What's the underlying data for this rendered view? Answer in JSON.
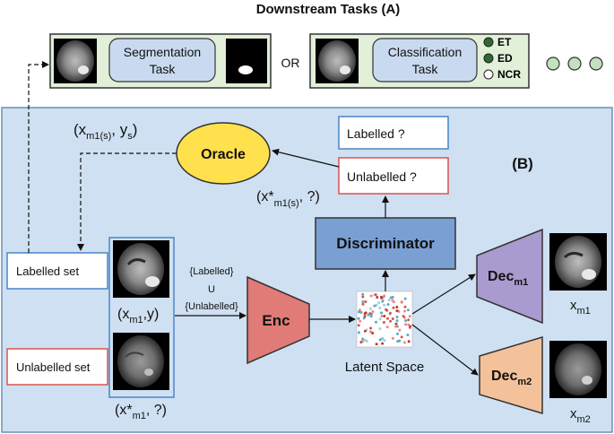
{
  "title": "Downstream Tasks (A)",
  "section_b_label": "(B)",
  "or_label": "OR",
  "segmentation_task": [
    "Segmentation",
    "Task"
  ],
  "classification_task": [
    "Classification",
    "Task"
  ],
  "classes": [
    {
      "name": "ET",
      "color": "#2e6b2e"
    },
    {
      "name": "ED",
      "color": "#2e6b2e"
    },
    {
      "name": "NCR",
      "color": "#ffffff"
    }
  ],
  "oracle_label": "Oracle",
  "oracle_output": {
    "main": "(x",
    "sub": "m1(s)",
    "tail": ", y",
    "tail_sub": "s",
    "close": ")"
  },
  "labelled_q": "Labelled ?",
  "unlabelled_q": "Unlabelled ?",
  "unlabelled_sample": {
    "main": "(x*",
    "sub": "m1(s)",
    "tail": ", ?)"
  },
  "discriminator_label": "Discriminator",
  "labelled_set": "Labelled set",
  "unlabelled_set": "Unlabelled set",
  "pool_labelled_caption": {
    "main": "(x",
    "sub": "m1",
    "tail": ",y)"
  },
  "pool_unlabelled_caption": {
    "main": "(x*",
    "sub": "m1",
    "tail": ", ?)"
  },
  "union_text": [
    "{Labelled}",
    "U",
    "{Unlabelled}"
  ],
  "encoder_label": "Enc",
  "latent_label": "Latent Space",
  "decoder1": {
    "main": "Dec",
    "sub": "m1"
  },
  "decoder2": {
    "main": "Dec",
    "sub": "m2"
  },
  "output1": {
    "main": "x",
    "sub": "m1"
  },
  "output2": {
    "main": "x",
    "sub": "m2"
  },
  "colors": {
    "panel_bg": "#cfe0f2",
    "task_bg": "#e2efd9",
    "oracle": "#ffe04d",
    "discriminator": "#7a9fd3",
    "encoder": "#e07b78",
    "decoder1": "#a99bd0",
    "decoder2": "#f4c29a",
    "labelled_border": "#4a86c8",
    "unlabelled_border": "#d9534f"
  }
}
